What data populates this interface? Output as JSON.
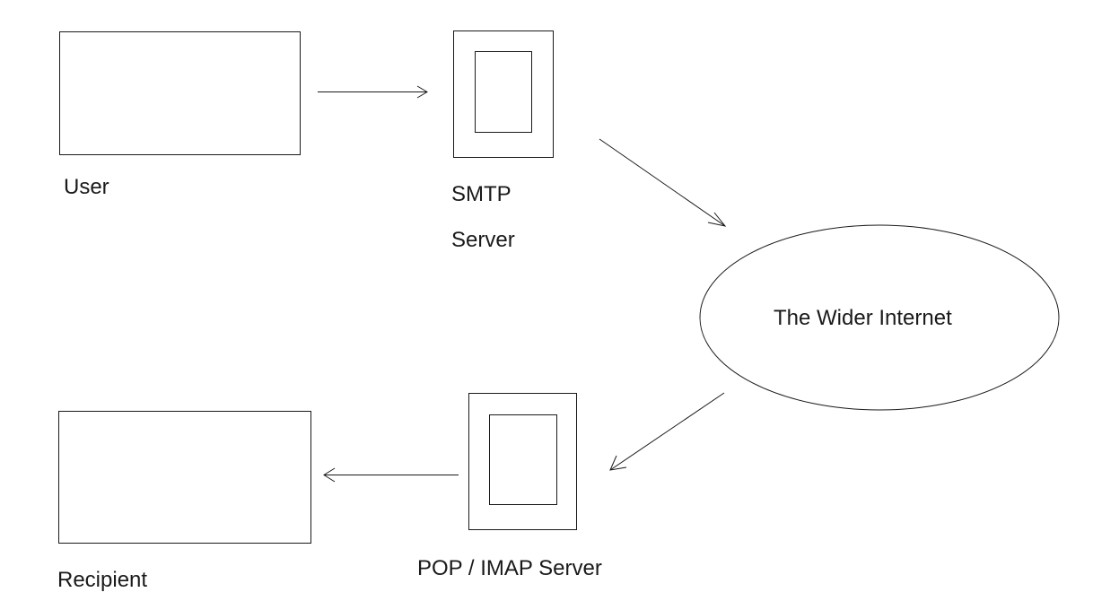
{
  "nodes": {
    "user": {
      "label": "User"
    },
    "smtp_server": {
      "label_line1": "SMTP",
      "label_line2": "Server"
    },
    "internet": {
      "label": "The Wider Internet"
    },
    "pop_imap_server": {
      "label": "POP / IMAP Server"
    },
    "recipient": {
      "label": "Recipient"
    }
  },
  "colors": {
    "stroke": "#1a1a1a",
    "background": "#ffffff"
  }
}
